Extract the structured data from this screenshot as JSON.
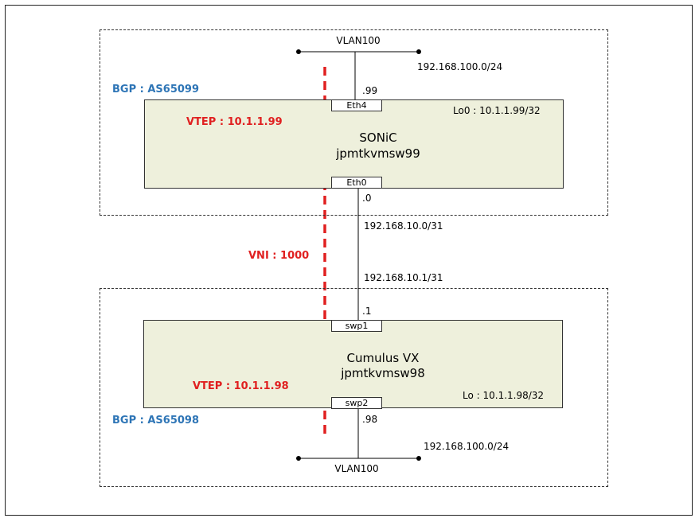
{
  "top_site": {
    "vlan_label": "VLAN100",
    "subnet": "192.168.100.0/24",
    "bgp": "BGP : AS65099",
    "vtep": "VTEP : 10.1.1.99",
    "device": {
      "os": "SONiC",
      "hostname": "jpmtkvmsw99",
      "loopback": "Lo0 : 10.1.1.99/32",
      "uplink_port": "Eth4",
      "uplink_ip": ".99",
      "downlink_port": "Eth0",
      "downlink_ip": ".0"
    }
  },
  "link": {
    "subnet_top": "192.168.10.0/31",
    "subnet_bottom": "192.168.10.1/31",
    "vni": "VNI : 1000"
  },
  "bottom_site": {
    "vlan_label": "VLAN100",
    "subnet": "192.168.100.0/24",
    "bgp": "BGP : AS65098",
    "vtep": "VTEP : 10.1.1.98",
    "device": {
      "os": "Cumulus VX",
      "hostname": "jpmtkvmsw98",
      "loopback": "Lo : 10.1.1.98/32",
      "uplink_port": "swp1",
      "uplink_ip": ".1",
      "downlink_port": "swp2",
      "downlink_ip": ".98"
    }
  },
  "colors": {
    "device_fill": "#eef0dc",
    "bgp_text": "#2e75b6",
    "vxlan_red": "#e02020"
  }
}
